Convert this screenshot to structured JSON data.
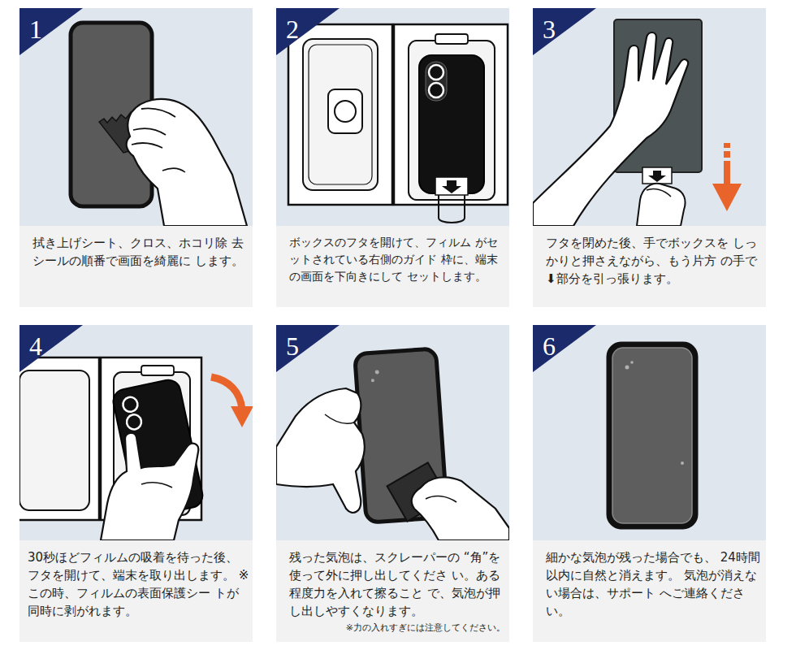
{
  "diagram": {
    "nodes": [
      {
        "text": [
          "1",
          "拭き上げシート、クロス、ホコリ除 去シールの順番で画面を綺麗に します。"
        ]
      },
      {
        "text": [
          "2",
          "ボックスのフタを開けて、フィルム がセットされている右側のガイド 枠に、端末の画面を下向きにして セットします。"
        ]
      },
      {
        "text": [
          "3",
          "フタを閉めた後、手でボックスを しっかりと押さえながら、もう片方 の手で⬇部分を引っ張ります。"
        ]
      },
      {
        "text": [
          "4",
          "30秒ほどフィルムの吸着を待った後、 フタを開けて、端末を取り出します。 ※この時、フィルムの表面保護シー トが同時に剥がれます。"
        ]
      },
      {
        "text": [
          "5",
          "残った気泡は、スクレーパーの “角”を使って外に押し出してくださ い。ある程度力を入れて擦ること で、気泡が押し出しやすくなります。",
          "※力の入れすぎには注意してください。"
        ]
      },
      {
        "text": [
          "6",
          "細かな気泡が残った場合でも、 24時間以内に自然と消えます。 気泡が消えない場合は、サポート へご連絡ください。"
        ]
      }
    ]
  }
}
